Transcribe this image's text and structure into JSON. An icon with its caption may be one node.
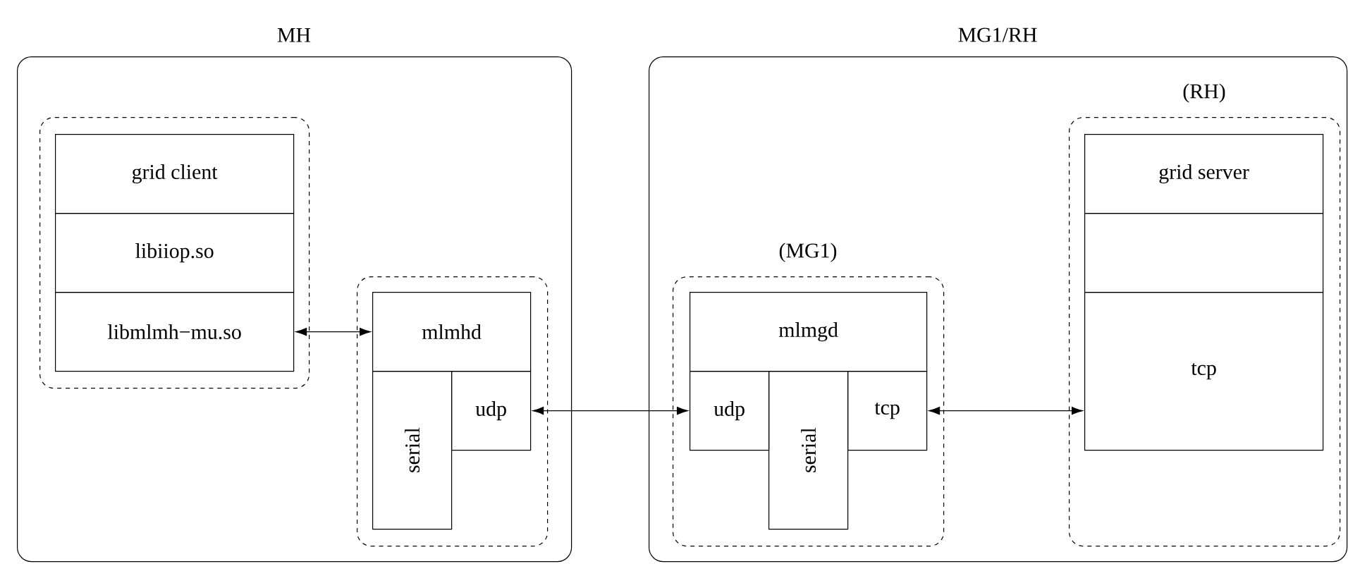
{
  "diagram": {
    "nodes": [
      {
        "text": [
          "MH"
        ]
      },
      {
        "text": [],
        "shape": "box",
        "in": 0
      },
      {
        "text": [
          "grid client"
        ],
        "in": 1
      },
      {
        "text": [
          "libiiop.so"
        ],
        "in": 1
      },
      {
        "text": [
          "libmlmh−mu.so"
        ],
        "in": 1
      },
      {
        "text": [],
        "shape": "box",
        "in": 0
      },
      {
        "text": [
          "mlmhd"
        ],
        "in": 5
      },
      {
        "text": [
          "serial"
        ],
        "in": 5
      },
      {
        "text": [
          "udp"
        ],
        "in": 5
      },
      {
        "text": [
          "MG1/RH"
        ]
      },
      {
        "text": [
          "(MG1)"
        ],
        "in": 9
      },
      {
        "text": [
          "mlmgd"
        ],
        "in": 10
      },
      {
        "text": [
          "udp"
        ],
        "in": 10
      },
      {
        "text": [
          "serial"
        ],
        "in": 10
      },
      {
        "text": [
          "tcp"
        ],
        "in": 10
      },
      {
        "text": [
          "(RH)"
        ],
        "in": 9
      },
      {
        "text": [
          "grid server"
        ],
        "in": 15
      },
      {
        "text": [],
        "shape": "box",
        "in": 15
      },
      {
        "text": [
          "tcp"
        ],
        "in": 15
      }
    ],
    "edges": [
      {
        "from": 4,
        "to": 6,
        "arrow": "both"
      },
      {
        "from": 8,
        "to": 12,
        "arrow": "both"
      },
      {
        "from": 14,
        "to": 18,
        "arrow": "both"
      }
    ]
  }
}
